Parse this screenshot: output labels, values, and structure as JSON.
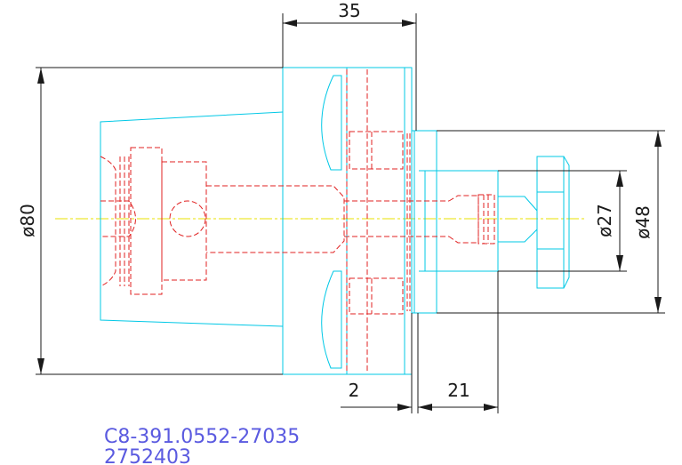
{
  "dimensions": {
    "flange_width": "35",
    "outer_diameter": "ø80",
    "shank_diameter": "ø48",
    "pilot_diameter": "ø27",
    "gap": "2",
    "projection": "21"
  },
  "part": {
    "code": "C8-391.0552-27035",
    "number": "2752403"
  },
  "colors": {
    "outline": "#00c8e6",
    "hidden": "#e02020",
    "centerline": "#e8e000",
    "dimension": "#1a1a1a",
    "text_code": "#5a5ae0"
  }
}
